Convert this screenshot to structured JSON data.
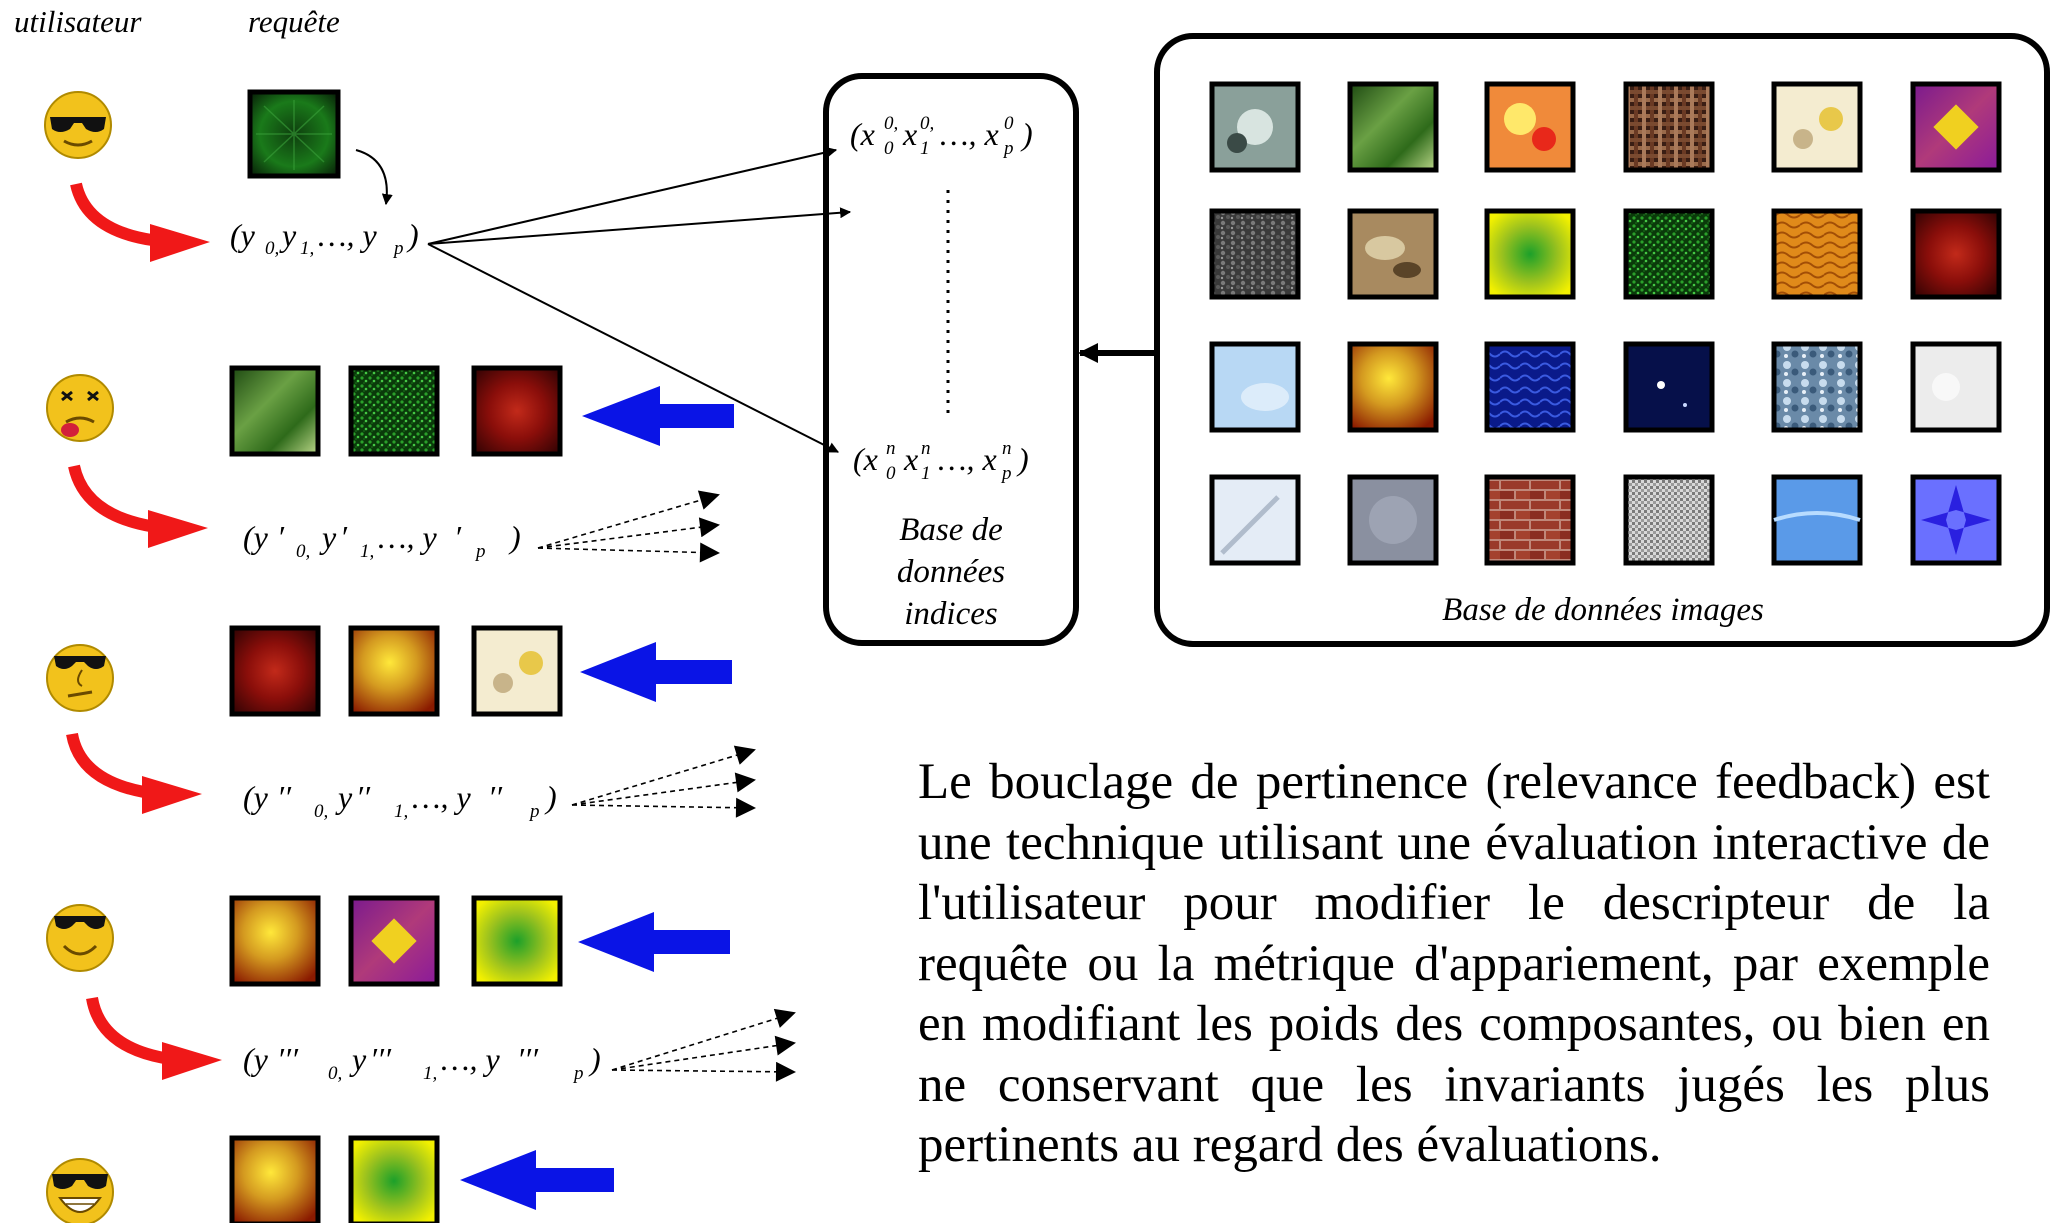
{
  "headers": {
    "user": "utilisateur",
    "query": "requête"
  },
  "query_vector": "(y0, y1, …, yp)",
  "feedback_vectors": [
    "(y ′0, y ′1, …, y ′p)",
    "(y ′′0, y ′′1, …, y ′′p)",
    "(y ′′′0, y ′′′1, …, y ′′′p)"
  ],
  "index_db": {
    "vector_top": "(x00, x10, …, xp0)",
    "vector_bottom": "(x0n, x1n, …, xpn)",
    "label_lines": [
      "Base de",
      "données",
      "indices"
    ]
  },
  "image_db": {
    "label": "Base de données images"
  },
  "caption": "Le bouclage de pertinence (relevance feedback) est une technique utilisant une évaluation interactive de l'utilisateur pour modifier le descripteur de la requête ou la métrique d'appariement, par exemple en modifiant les poids des composantes, ou bien en ne conservant que les invariants jugés les plus pertinents au regard des évaluations.",
  "colors": {
    "user_arrow": "#f01818",
    "feedback_arrow": "#0a14e6",
    "smiley": "#f2c21c",
    "frame": "#000000"
  },
  "smileys": [
    "cool-smiley-icon",
    "disgusted-smiley-icon",
    "thinking-smiley-icon",
    "smiling-smiley-icon",
    "grinning-smiley-icon"
  ]
}
